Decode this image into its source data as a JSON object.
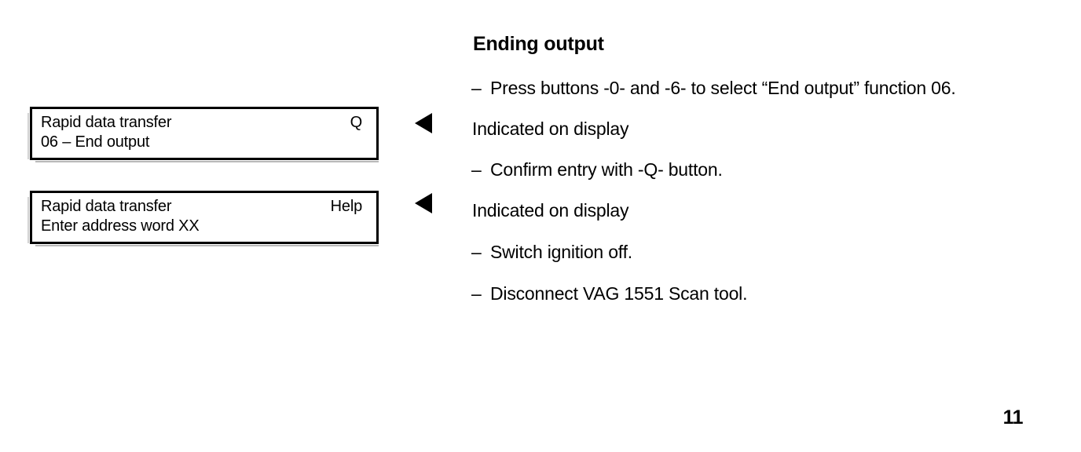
{
  "document": {
    "page_number": "11",
    "section_heading": "Ending output",
    "colors": {
      "ink": "#000000",
      "paper": "#ffffff"
    }
  },
  "display_panels": [
    {
      "name": "end-output-panel",
      "line1_left": "Rapid data transfer",
      "line1_right": "Q",
      "line2_left": "06 – End output",
      "line2_right": ""
    },
    {
      "name": "address-word-panel",
      "line1_left": "Rapid data transfer",
      "line1_right": "Help",
      "line2_left": "Enter address word XX",
      "line2_right": ""
    }
  ],
  "arrows": [
    {
      "name": "arrow-to-end-output-panel",
      "glyph": "left-triangle"
    },
    {
      "name": "arrow-to-address-word-panel",
      "glyph": "left-triangle"
    }
  ],
  "instructions": [
    {
      "marker": "–",
      "text": "Press buttons -0- and -6- to select “End output” function 06."
    },
    {
      "marker": "",
      "text": "Indicated on display"
    },
    {
      "marker": "–",
      "text": "Confirm entry with -Q- button."
    },
    {
      "marker": "",
      "text": "Indicated on display"
    },
    {
      "marker": "–",
      "text": "Switch ignition off."
    },
    {
      "marker": "–",
      "text": "Disconnect VAG 1551 Scan tool."
    }
  ]
}
